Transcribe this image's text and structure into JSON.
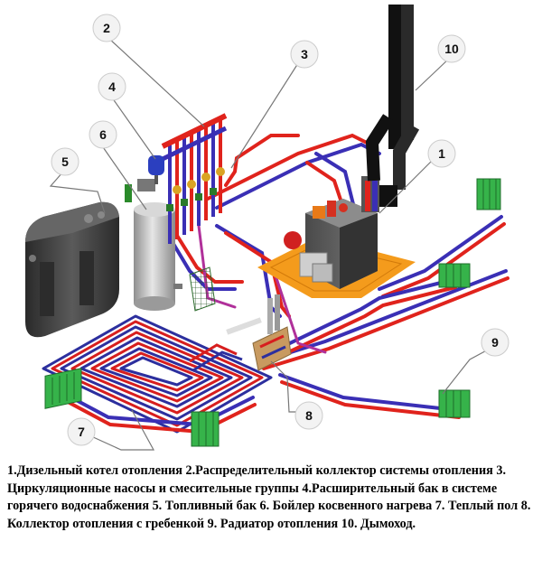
{
  "callouts": {
    "c1": "1",
    "c2": "2",
    "c3": "3",
    "c4": "4",
    "c5": "5",
    "c6": "6",
    "c7": "7",
    "c8": "8",
    "c9": "9",
    "c10": "10"
  },
  "caption": {
    "i1": "1.Дизельный котел отопления",
    "i2": "2.Распределительный коллектор системы отопления",
    "i3": "3. Циркуляционные насосы и смесительные группы",
    "i4": "4.Расширительный бак в системе горячего водоснабжения",
    "i5": "5. Топливный бак",
    "i6": "6. Бойлер косвенного нагрева",
    "i7": "7. Теплый пол",
    "i8": "8. Коллектор отопления с гребенкой",
    "i9": "9. Радиатор отопления",
    "i10": "10. Дымоход."
  },
  "colors": {
    "supply_pipe": "#e0231c",
    "return_pipe": "#3a2fb5",
    "floor_loop_blue": "#2c2f9e",
    "floor_loop_red": "#d71e1e",
    "radiator": "#36b34a",
    "boiler_base": "#f49b1c",
    "chimney": "#111111",
    "tank": "#3c3c3c",
    "boiler_tank": "#b8b8b8"
  }
}
